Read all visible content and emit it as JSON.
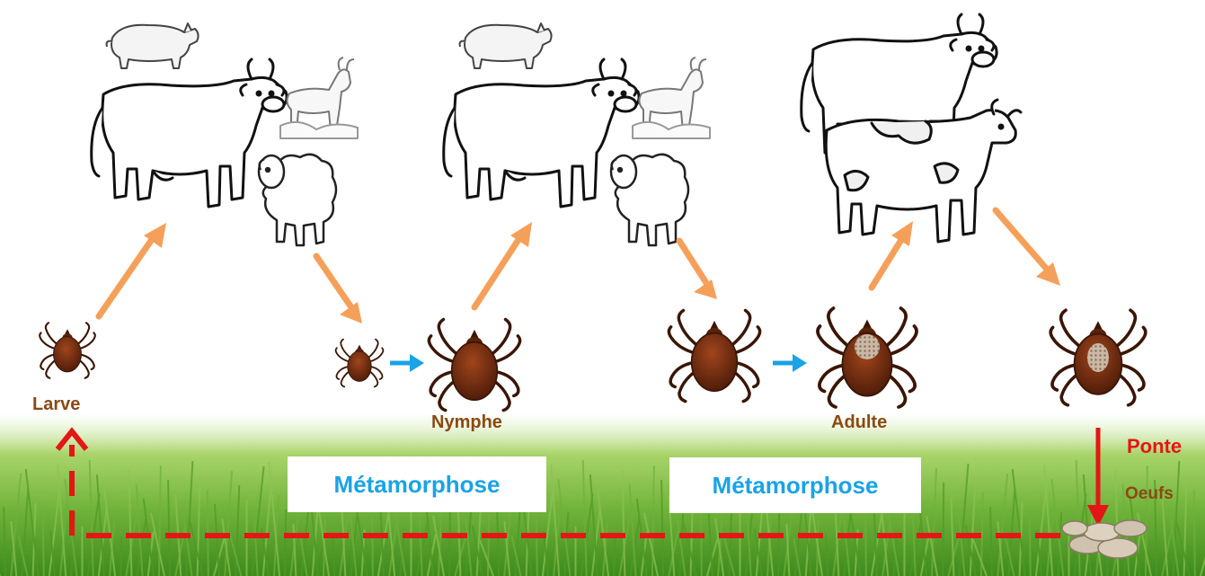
{
  "stages": {
    "larva": "Larve",
    "nymph": "Nymphe",
    "adult": "Adulte",
    "laying": "Ponte",
    "eggs": "Oeufs"
  },
  "metamorphosis": {
    "first": "Métamorphose",
    "second": "Métamorphose"
  },
  "colors": {
    "host_arrow": "#f5a05a",
    "molt_arrow": "#1aa3e6",
    "cycle_line": "#e41616",
    "stage_label": "#8a4a12",
    "grass": "#5aa02c"
  },
  "icons": [
    "pig-icon",
    "cow-icon",
    "goat-icon",
    "sheep-icon",
    "spotted-cow-icon",
    "tick-icon",
    "eggs-icon"
  ]
}
